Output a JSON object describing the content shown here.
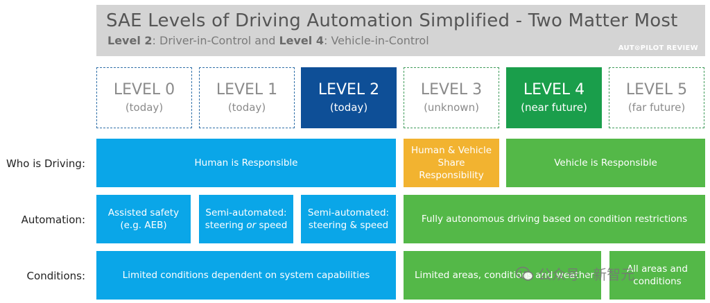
{
  "header": {
    "title": "SAE Levels of Driving Automation Simplified - Two Matter Most",
    "subtitle": {
      "l2_word": "Level 2",
      "l2_rest": ": Driver-in-Control and ",
      "l4_word": "Level 4",
      "l4_rest": ": Vehicle-in-Control"
    },
    "brand": "AUT⊙PILOT REVIEW"
  },
  "levels": [
    {
      "name": "LEVEL 0",
      "status": "(today)"
    },
    {
      "name": "LEVEL 1",
      "status": "(today)"
    },
    {
      "name": "LEVEL 2",
      "status": "(today)"
    },
    {
      "name": "LEVEL 3",
      "status": "(unknown)"
    },
    {
      "name": "LEVEL 4",
      "status": "(near future)"
    },
    {
      "name": "LEVEL 5",
      "status": "(far future)"
    }
  ],
  "rows": {
    "driving": {
      "label": "Who is Driving:",
      "human": "Human is Responsible",
      "share": "Human & Vehicle Share Responsibility",
      "vehicle": "Vehicle is Responsible"
    },
    "automation": {
      "label": "Automation:",
      "assisted": "Assisted safety (e.g. AEB)",
      "semi1_a": "Semi-automated:",
      "semi1_b": "steering ",
      "semi1_or": "or",
      "semi1_c": " speed",
      "semi2_a": "Semi-automated:",
      "semi2_b": "steering & speed",
      "full": "Fully autonomous driving based on condition restrictions"
    },
    "conditions": {
      "label": "Conditions:",
      "limited": "Limited conditions dependent on system capabilities",
      "areas": "Limited areas, conditions and weather",
      "all": "All areas and conditions"
    }
  },
  "watermark": {
    "text": "公众号 · 新智元",
    "icon": "wechat-icon"
  },
  "colors": {
    "header_bg": "#d4d4d4",
    "level2_bg": "#0e4f97",
    "level4_bg": "#1a9e4b",
    "light_blue": "#0aa6e8",
    "green": "#54b848",
    "yellow": "#f2b330"
  }
}
